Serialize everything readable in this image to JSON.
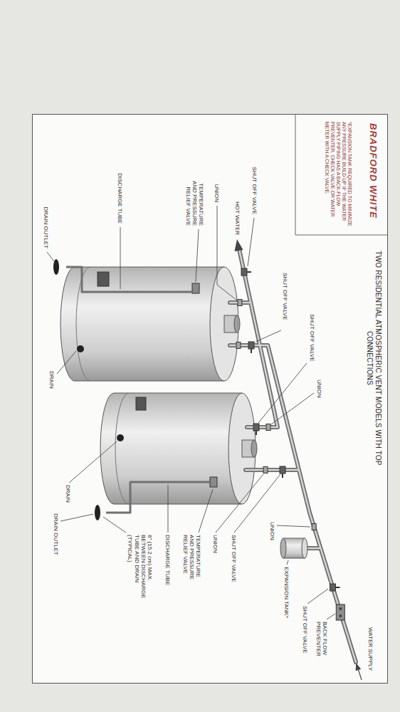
{
  "diagram": {
    "title": "TWO RESIDENTIAL ATMOSPHERIC VENT MODELS WITH TOP CONNECTIONS",
    "labels": [
      "BRADFORD WHITE",
      "*EXPANSION TANK REQUIRED TO MINIMIZE ANY PRESSURE BUILD UP IF THE WATER SUPPLY PIPING HAS A BACK-FLOW PREVENTER, CHECK VALVE OR WATER METER WITH A CHECK VALVE.",
      "SHUT OFF VALVE",
      "HOT WATER",
      "UNION",
      "TEMPERATURE AND PRESSURE RELIEF VALVE",
      "DISCHARGE TUBE",
      "DRAIN OUTLET",
      "SHUT OFF VALVE",
      "SHUT OFF VALVE",
      "UNION",
      "DRAIN",
      "WATER SUPPLY",
      "BACK FLOW PREVENTER",
      "SHUT OFF VALVE",
      "EXPANSION TANK*",
      "UNION",
      "SHUT OFF VALVE",
      "UNION",
      "TEMPERATURE AND PRESSURE RELIEF VALVE",
      "DISCHARGE TUBE",
      "6\" (15.2 cm) MAX. BETWEEN DISCHARGE TUBE AND DRAIN (TYPICAL)",
      "DRAIN",
      "DRAIN OUTLET"
    ]
  }
}
